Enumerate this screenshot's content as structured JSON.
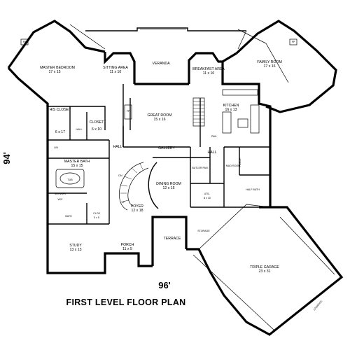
{
  "plan": {
    "title": "FIRST LEVEL FLOOR PLAN",
    "width_dimension": "96'",
    "depth_dimension": "94'"
  },
  "rooms": {
    "master_bedroom": {
      "name": "MASTER BEDROOM",
      "dim": "17 x 15"
    },
    "sitting_area": {
      "name": "SITTING AREA",
      "dim": "11 x 10"
    },
    "veranda": {
      "name": "VERANDA"
    },
    "breakfast_area": {
      "name": "BREAKFAST AREA",
      "dim": "11 x 10"
    },
    "family_room": {
      "name": "FAMILY ROOM",
      "dim": "17 x 16"
    },
    "great_room": {
      "name": "GREAT ROOM",
      "dim": "15 x 16"
    },
    "kitchen": {
      "name": "KITCHEN",
      "dim": "16 x 13"
    },
    "his_closet": {
      "name": "HIS CLOSET",
      "dim": "6 x 17"
    },
    "hall_closet": {
      "name": "CLOSET",
      "dim": "6 x 10"
    },
    "hall_1": {
      "name": "HALL"
    },
    "hall_2": {
      "name": "HALL"
    },
    "hall_3": {
      "name": "HALL"
    },
    "gallery": {
      "name": "GALLERY"
    },
    "master_bath": {
      "name": "MASTER BATH",
      "dim": "15 x 15"
    },
    "dining_room": {
      "name": "DINING ROOM",
      "dim": "12 x 15"
    },
    "butler_pan": {
      "name": "BUTLER PAN."
    },
    "mud_room": {
      "name": "MUD ROOM"
    },
    "half_bath": {
      "name": "HALF BATH"
    },
    "util": {
      "name": "UTIL.",
      "dim": "8 x 10"
    },
    "foyer": {
      "name": "FOYER",
      "dim": "12 x 18"
    },
    "clos": {
      "name": "CLOS",
      "dim": "5 x 5"
    },
    "bath": {
      "name": "BATH"
    },
    "study": {
      "name": "STUDY",
      "dim": "13 x 13"
    },
    "porch": {
      "name": "PORCH",
      "dim": "11 x 5"
    },
    "terrace": {
      "name": "TERRACE"
    },
    "storage": {
      "name": "STORAGE"
    },
    "triple_garage": {
      "name": "TRIPLE GARAGE",
      "dim": "23 x 31"
    },
    "storage_garage": {
      "name": "STORAGE"
    },
    "porch_side": {
      "name": "PORCH"
    },
    "pan": {
      "name": "PAN."
    }
  },
  "fixtures": {
    "fp_great": "FP",
    "fp_master": "FP",
    "fp_family": "FP",
    "wic": "W/C",
    "lin": "LIN",
    "tub": "TUB",
    "shower": "SHOWER",
    "dn": "DN",
    "up": "UP"
  }
}
